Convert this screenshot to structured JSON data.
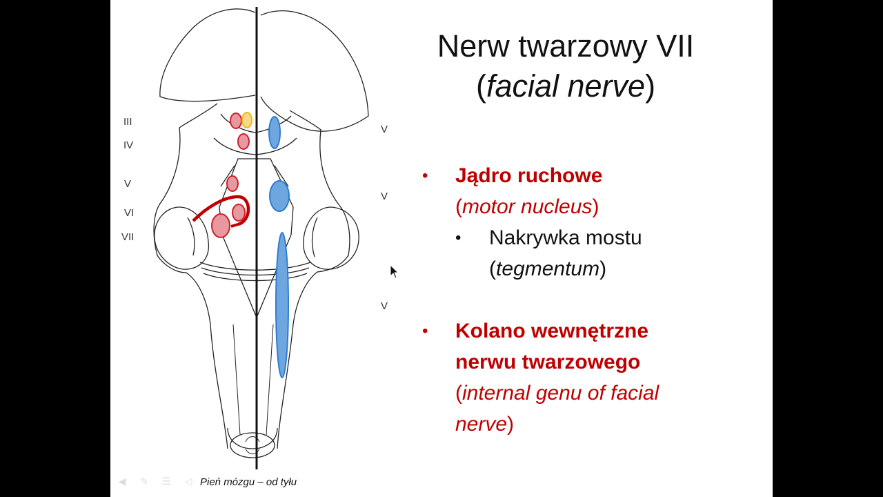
{
  "slide": {
    "title_line1": "Nerw twarzowy VII",
    "title_paren_open": "(",
    "title_line2_italic": "facial nerve",
    "title_paren_close": ")",
    "bullets": [
      {
        "bold": "Jądro ruchowe",
        "italic": "motor nucleus"
      },
      {
        "bold_line1": "Kolano wewnętrzne",
        "bold_line2": "nerwu twarzowego",
        "italic_line1": "internal genu of facial",
        "italic_line2": "nerve"
      }
    ],
    "sub_bullet": {
      "text": "Nakrywka mostu",
      "italic": "tegmentum"
    },
    "caption": "Pień mózgu – od tyłu"
  },
  "diagram": {
    "left_labels": [
      "III",
      "IV",
      "V",
      "VI",
      "VII"
    ],
    "right_labels": [
      "V",
      "V",
      "V"
    ],
    "colors": {
      "motor": "#cc1f2b",
      "sensory": "#2f7cd0",
      "other": "#f3c22b",
      "outline": "#222222"
    }
  },
  "icons": [
    "back-arrow-icon",
    "pen-icon",
    "menu-icon",
    "speaker-icon",
    "mouse-cursor-icon"
  ]
}
